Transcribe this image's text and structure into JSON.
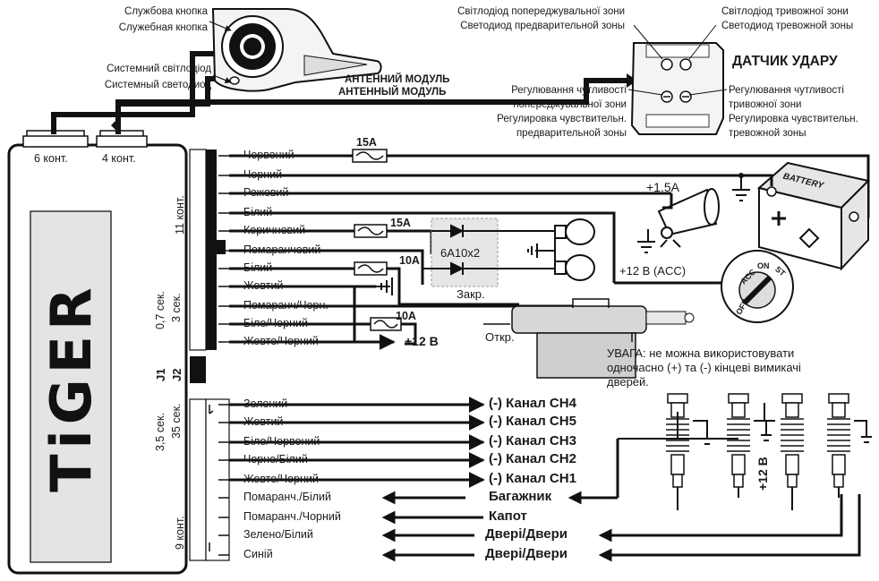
{
  "top": {
    "service_button_ua": "Службова кнопка",
    "service_button_ru": "Служебная кнопка",
    "system_led_ua": "Системний світлодіод",
    "system_led_ru": "Системный светодиод",
    "antenna_ua": "АНТЕННИЙ МОДУЛЬ",
    "antenna_ru": "АНТЕННЫЙ МОДУЛЬ"
  },
  "sensor": {
    "title": "ДАТЧИК УДАРУ",
    "warn_led_ua": "Світлодіод попереджувальної зони",
    "warn_led_ru": "Светодиод предварительной зоны",
    "alarm_led_ua": "Світлодіод тривожної зони",
    "alarm_led_ru": "Светодиод тревожной зоны",
    "adj_warn": [
      "Регулювання чутливості",
      "попереджувальної зони",
      "Регулировка чувствительн.",
      "предварительной зоны"
    ],
    "adj_alarm": [
      "Регулювання чутливості",
      "тривожної зони",
      "Регулировка чувствительн.",
      "тревожной зоны"
    ]
  },
  "unit": {
    "conn6": "6 конт.",
    "conn4": "4 конт.",
    "logo": "TiGER",
    "conn11": "11 конт.",
    "conn9": "9 конт.",
    "t1": "3,5 сек.",
    "t2": "35 сек.",
    "t3": "0,7 сек.",
    "t4": "3 сек.",
    "j1": "J1",
    "j2": "J2"
  },
  "wires_top": [
    "Червоний",
    "Чорний",
    "Рожевий",
    "Білий",
    "Коричневий",
    "Помаранчевий",
    "Білий",
    "Жовтий",
    "Помаранч/Чорн.",
    "Біло/Чорний",
    "Жовто/Чорний"
  ],
  "wires_bottom": [
    "Зелений",
    "Жовтий",
    "Біло/Червоний",
    "Чорно/Білий",
    "Жовто/Чорний",
    "Помаранч./Білий",
    "Помаранч./Чорний",
    "Зелено/Білий",
    "Синій"
  ],
  "outputs": [
    "(-) Канал CH4",
    "(-) Канал CH5",
    "(-) Канал CH3",
    "(-) Канал CH2",
    "(-) Канал CH1",
    "Багажник",
    "Капот",
    "Двері/Двери",
    "Двері/Двери"
  ],
  "components": {
    "fuse1": "15A",
    "fuse2": "15A",
    "fuse3": "10A",
    "fuse4": "10A",
    "diodes": "6A10x2",
    "siren_fuse": "+1.5A",
    "battery": "BATTERY",
    "acc": "+12 В  (ACC)",
    "plus12": "+12 В",
    "plus12_doors": "+12 В",
    "lock": "Закр.",
    "unlock": "Откр.",
    "ign": [
      "OFF",
      "ACC",
      "ON",
      "ST"
    ]
  },
  "note": [
    "УВАГА: не можна використовувати",
    "одночасно (+) та (-) кінцеві вимикачі",
    "дверей."
  ]
}
